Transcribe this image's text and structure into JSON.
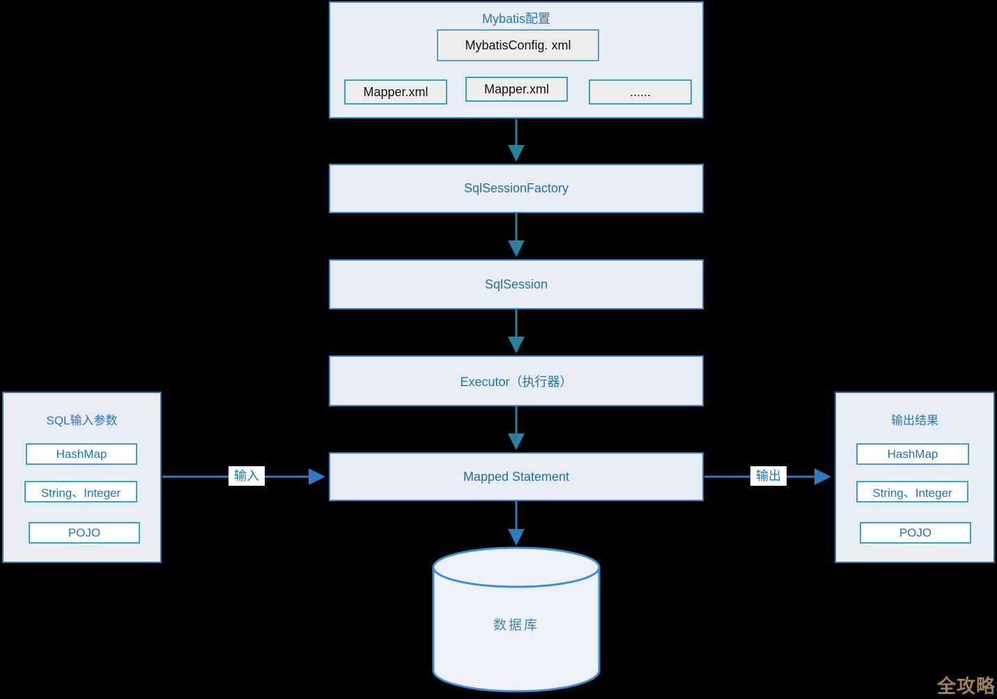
{
  "config_group": {
    "title": "Mybatis配置",
    "main_file": "MybatisConfig. xml",
    "mappers": [
      "Mapper.xml",
      "Mapper.xml",
      "......"
    ]
  },
  "flow": {
    "factory": "SqlSessionFactory",
    "session": "SqlSession",
    "executor": "Executor（执行器）",
    "mapped_statement": "Mapped Statement",
    "database": "数据库"
  },
  "input_panel": {
    "title": "SQL输入参数",
    "items": [
      "HashMap",
      "String、Integer",
      "POJO"
    ]
  },
  "output_panel": {
    "title": "输出结果",
    "items": [
      "HashMap",
      "String、Integer",
      "POJO"
    ]
  },
  "edges": {
    "input_label": "输入",
    "output_label": "输出"
  },
  "watermark": "全攻略",
  "colors": {
    "background": "#000000",
    "box_fill": "#e8edf8",
    "box_border_blue": "#3787c9",
    "file_fill": "#ededed",
    "file_border_blue": "#5b9bd5",
    "file_border_teal": "#2fa3c6",
    "text_blue": "#2470a8",
    "arrow_teal": "#2a7f9b",
    "arrow_blue": "#2e7bc0",
    "watermark": "#a1815b"
  }
}
